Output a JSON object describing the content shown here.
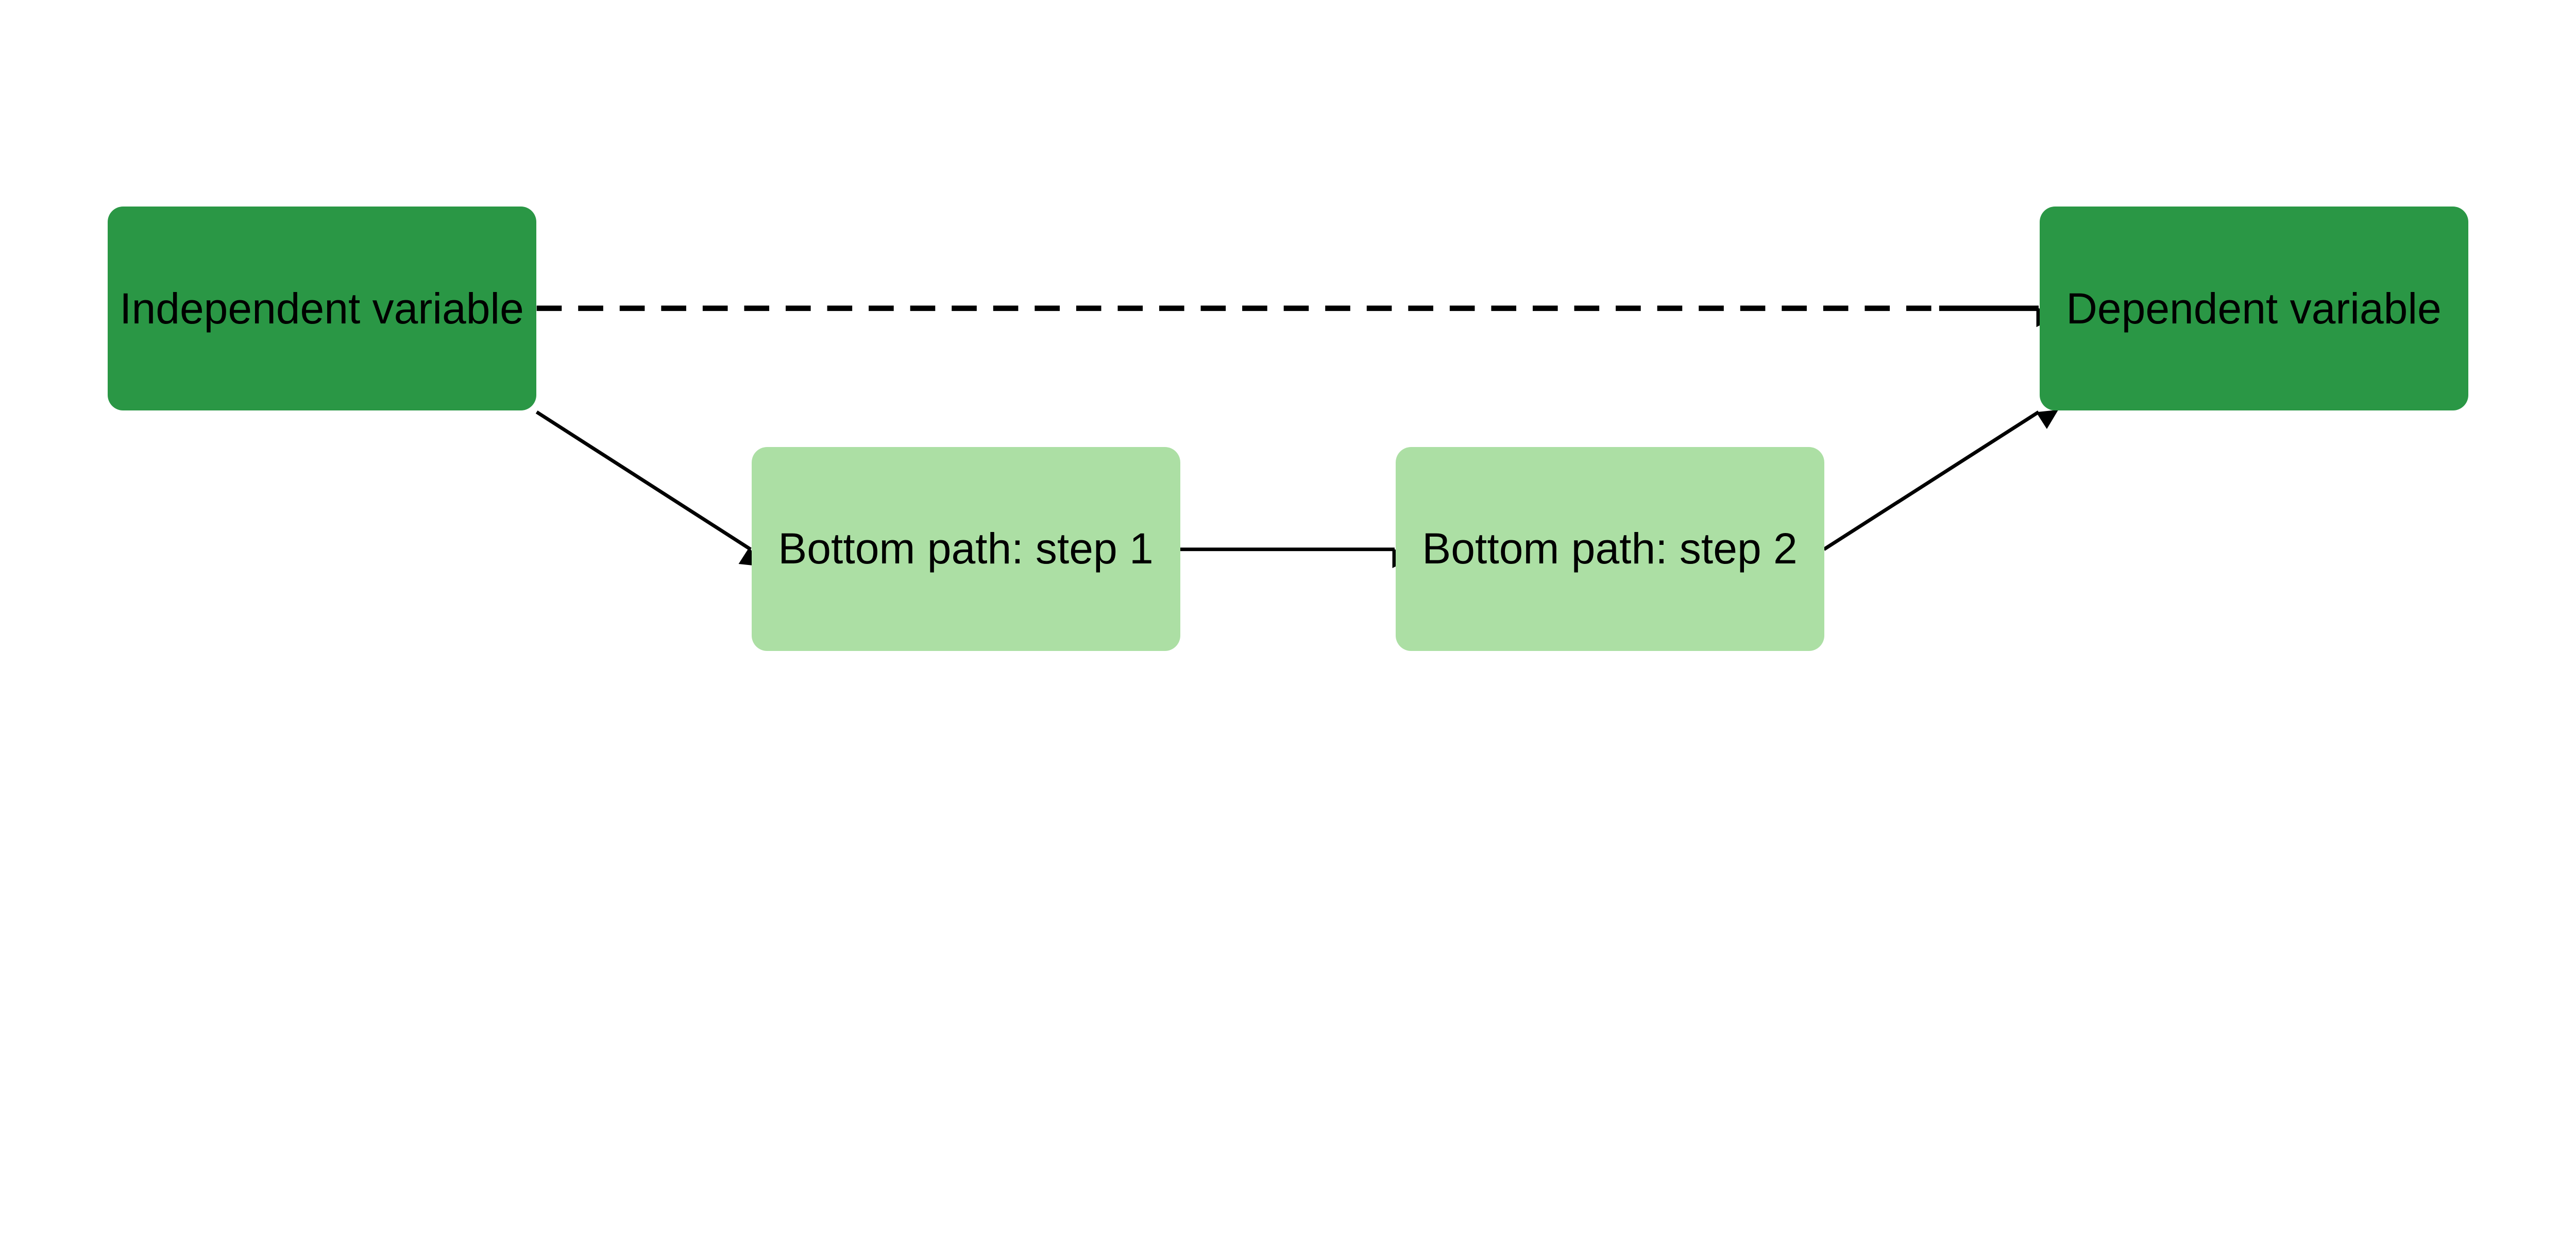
{
  "colors": {
    "primary": "#2a9745",
    "secondary": "#acdfa4",
    "edge": "#000000"
  },
  "nodes": {
    "independent": {
      "label": "Independent variable"
    },
    "dependent": {
      "label": "Dependent variable"
    },
    "step1": {
      "label": "Bottom path: step 1"
    },
    "step2": {
      "label": "Bottom path: step 2"
    }
  },
  "edges": [
    {
      "from": "independent",
      "to": "dependent",
      "style": "dashed"
    },
    {
      "from": "independent",
      "to": "step1",
      "style": "solid"
    },
    {
      "from": "step1",
      "to": "step2",
      "style": "solid"
    },
    {
      "from": "step2",
      "to": "dependent",
      "style": "solid"
    }
  ]
}
